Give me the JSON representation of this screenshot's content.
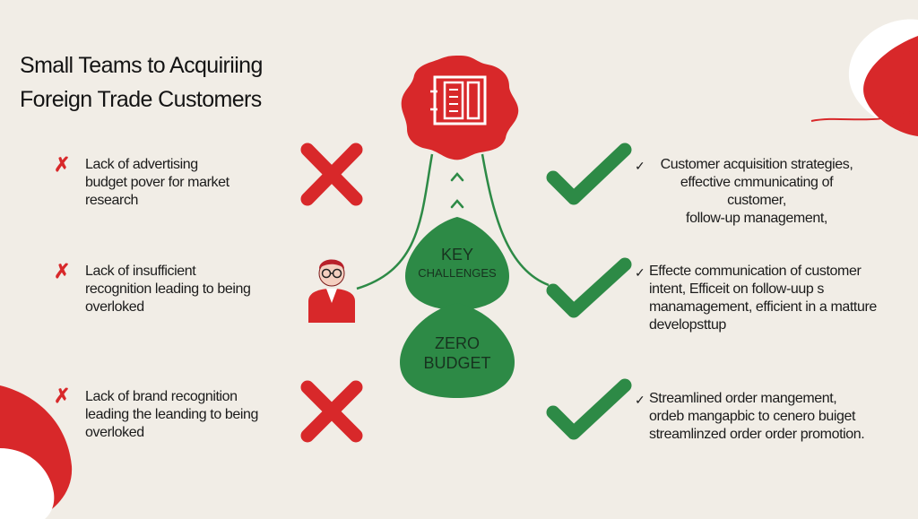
{
  "title": {
    "line1": "Small Teams to Acquiriing",
    "line2": "Foreign Trade Customers"
  },
  "center": {
    "key_line1": "KEY",
    "key_line2": "CHALLENGES",
    "zero_line1": "ZERO",
    "zero_line2": "BUDGET"
  },
  "challenges": [
    {
      "lines": [
        "Lack of advertising",
        "budget pover for market",
        "research"
      ]
    },
    {
      "lines": [
        "Lack of insufficient",
        "recognition leading to being",
        "overloked"
      ]
    },
    {
      "lines": [
        "Lack of brand recognition",
        "leading the leanding to being",
        "overloked"
      ]
    }
  ],
  "solutions": [
    {
      "lines": [
        "Customer acquisition strategies,",
        "effective cmmunicating of customer,",
        "follow-up management,"
      ]
    },
    {
      "lines": [
        "Effecte communication of customer",
        "intent,   Efficeit on follow-uup s",
        "manamagement, efficient in a matture",
        "developsttup"
      ]
    },
    {
      "lines": [
        "Streamlined order mangement,",
        "ordeb mangapbic to cenero buiget",
        "streamlinzed order order promotion."
      ]
    }
  ],
  "colors": {
    "background": "#f1ede6",
    "red": "#d8282a",
    "green": "#2d8a46",
    "dark_text": "#141414"
  },
  "icons": {
    "small_cross": "✗",
    "small_check": "✓",
    "badge": "document-stamp-icon",
    "person": "person-with-glasses-icon",
    "up_arrows": "chevron-up-icon"
  }
}
